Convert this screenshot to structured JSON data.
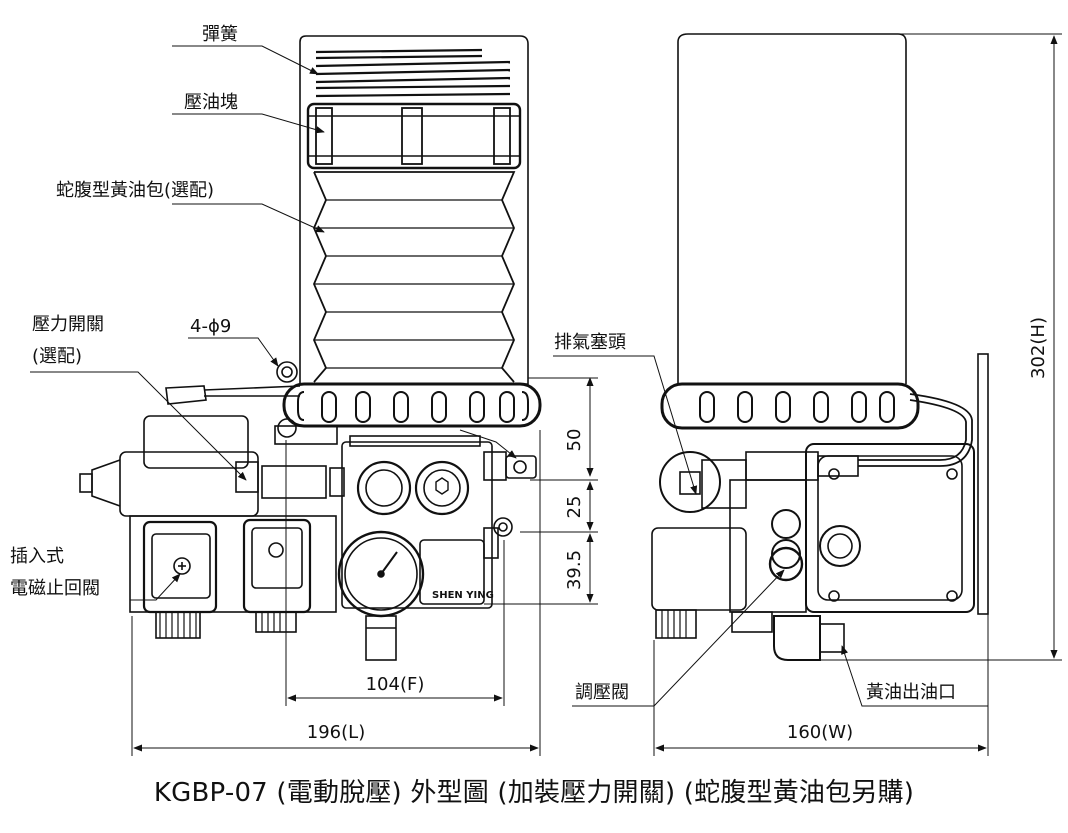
{
  "labels": {
    "spring": "彈簧",
    "pressure_block": "壓油塊",
    "bellows_pack": "蛇腹型黃油包(選配)",
    "pressure_switch_line1": "壓力開關",
    "pressure_switch_line2": "(選配)",
    "mount_holes": "4-ϕ9",
    "solenoid_line1": "插入式",
    "solenoid_line2": "電磁止回閥",
    "vent_plug": "排氣塞頭",
    "regulator_valve": "調壓閥",
    "grease_outlet": "黃油出油口"
  },
  "dimensions": {
    "d50": "50",
    "d25": "25",
    "d39_5": "39.5",
    "d104": "104(F)",
    "d196": "196(L)",
    "d160": "160(W)",
    "d302": "302(H)"
  },
  "brand_mark": "SHEN YING",
  "caption": "KGBP-07 (電動脫壓) 外型圖 (加裝壓力開關) (蛇腹型黃油包另購)"
}
